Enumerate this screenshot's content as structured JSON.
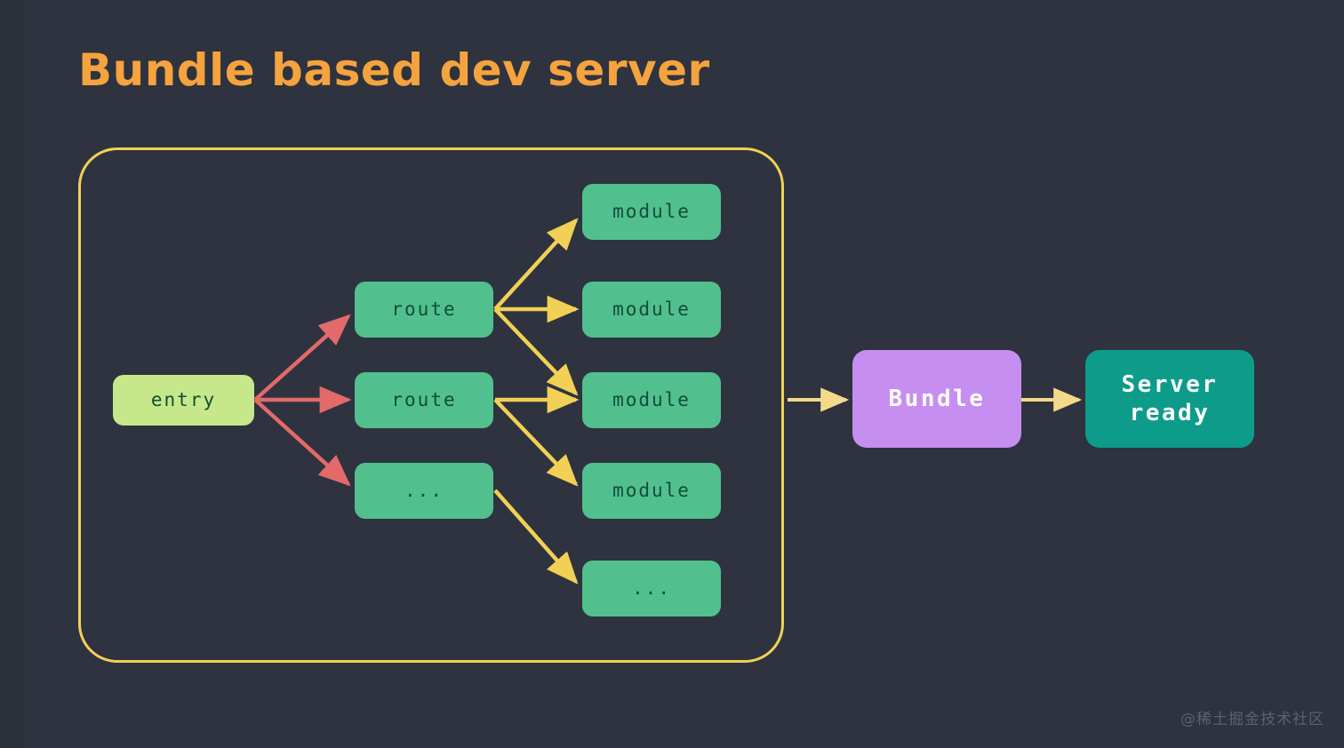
{
  "slide": {
    "title": "Bundle based dev server",
    "background_color": "#2e333f",
    "title_color": "#f5a33e",
    "watermark": "@稀土掘金技术社区"
  },
  "container": {
    "name": "bundle-graph-container",
    "border_color": "#f2d055"
  },
  "nodes": {
    "entry": {
      "label": "entry",
      "color": "#c7e88a"
    },
    "routes": [
      {
        "label": "route",
        "color": "#51c08e"
      },
      {
        "label": "route",
        "color": "#51c08e"
      },
      {
        "label": "...",
        "color": "#51c08e"
      }
    ],
    "modules": [
      {
        "label": "module",
        "color": "#51c08e"
      },
      {
        "label": "module",
        "color": "#51c08e"
      },
      {
        "label": "module",
        "color": "#51c08e"
      },
      {
        "label": "module",
        "color": "#51c08e"
      },
      {
        "label": "...",
        "color": "#51c08e"
      }
    ],
    "bundle": {
      "label": "Bundle",
      "color": "#c68ef0"
    },
    "server": {
      "label": "Server\nready",
      "color": "#0e9c8a"
    }
  },
  "edges": {
    "entry_to_routes_color": "#e26a6a",
    "routes_to_modules_color": "#f2d055",
    "container_to_bundle_color": "#f5d98a",
    "bundle_to_server_color": "#f5d98a"
  }
}
